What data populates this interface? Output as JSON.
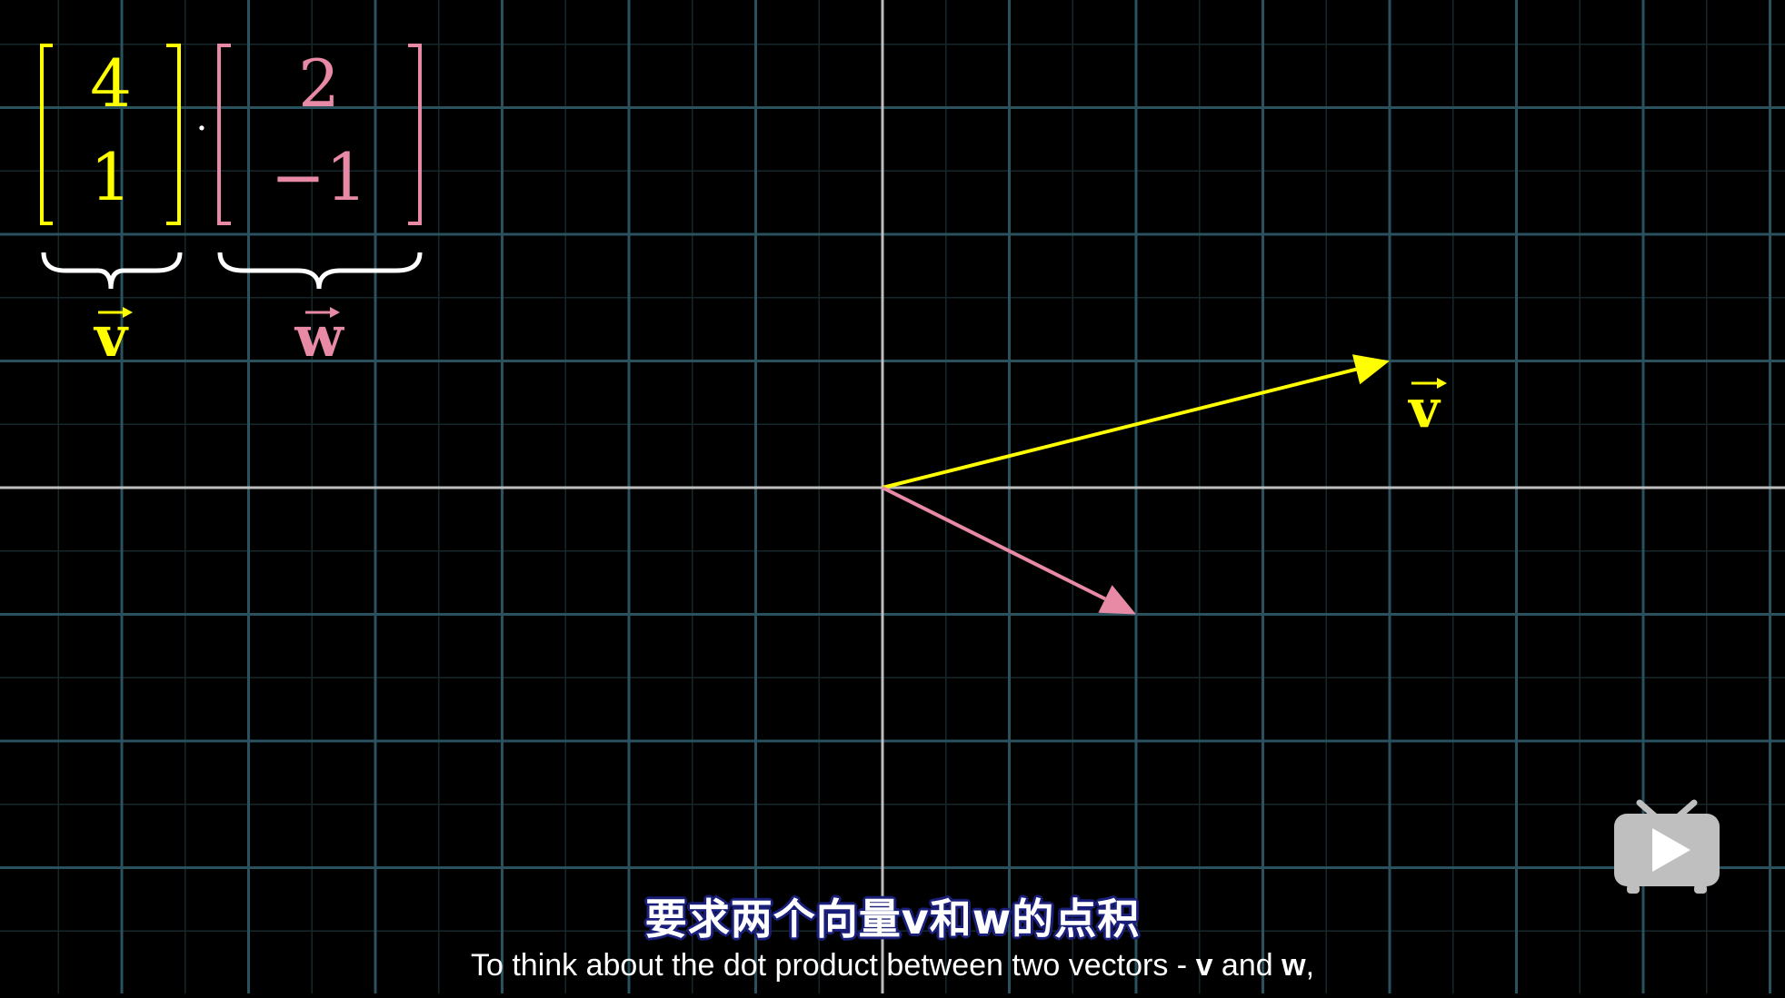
{
  "grid": {
    "background": "#000000",
    "line_color": "#29515e",
    "axis_color": "#bdbdbd",
    "spacing_units": 1
  },
  "formula": {
    "left_vector": [
      "4",
      "1"
    ],
    "right_vector": [
      "2",
      "−1"
    ],
    "operator": "·",
    "left_label": "v",
    "right_label": "w",
    "left_color": "#ffff00",
    "right_color": "#e88aa5"
  },
  "vectors": [
    {
      "name": "v",
      "x": 4,
      "y": 1,
      "color": "#ffff00",
      "label": "v"
    },
    {
      "name": "w",
      "x": 2,
      "y": -1,
      "color": "#e88aa5"
    }
  ],
  "subtitles": {
    "zh": "要求两个向量v和w的点积",
    "en_prefix": "To think about the dot product between two vectors - ",
    "en_v": "v",
    "en_and": " and ",
    "en_w": "w",
    "en_suffix": ","
  },
  "logo": {
    "icon": "play-tv-icon",
    "color": "#bfbfbf"
  }
}
